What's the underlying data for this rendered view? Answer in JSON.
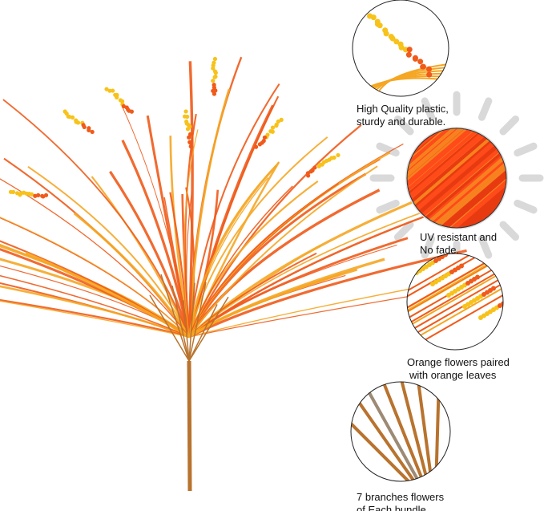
{
  "features": [
    {
      "icon": "plastic-closeup",
      "lines": [
        "High Quality plastic,",
        "sturdy and durable."
      ]
    },
    {
      "icon": "uv-sun-closeup",
      "lines": [
        "UV resistant and",
        "No fade."
      ]
    },
    {
      "icon": "flowers-closeup",
      "lines": [
        "Orange flowers paired",
        "with orange leaves"
      ]
    },
    {
      "icon": "branches-closeup",
      "lines": [
        "7 branches flowers",
        "of Each bundle"
      ]
    }
  ],
  "colors": {
    "leaf_orange": "#f05a1a",
    "leaf_yellow": "#f5a623",
    "flower_yellow": "#f7c21a",
    "stem_brown": "#b8732e",
    "ray_gray": "#d9d9d9"
  }
}
